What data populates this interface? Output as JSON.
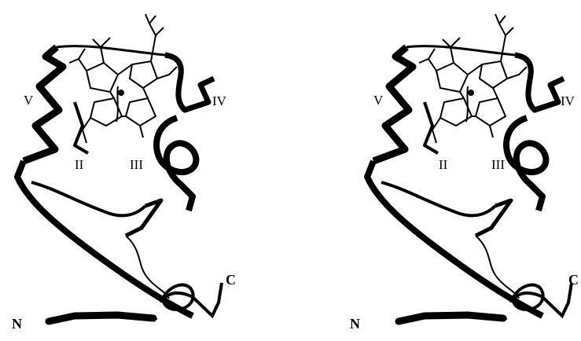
{
  "figure": {
    "panels": [
      {
        "name": "left-view",
        "labels": {
          "helix_v": "V",
          "helix_ii": "II",
          "helix_iii": "III",
          "helix_iv": "IV",
          "n_terminus": "N",
          "c_terminus": "C"
        }
      },
      {
        "name": "right-view",
        "labels": {
          "helix_v": "V",
          "helix_ii": "II",
          "helix_iii": "III",
          "helix_iv": "IV",
          "n_terminus": "N",
          "c_terminus": "C"
        }
      }
    ],
    "colors": {
      "ink": "#000000",
      "background": "#ffffff"
    }
  }
}
